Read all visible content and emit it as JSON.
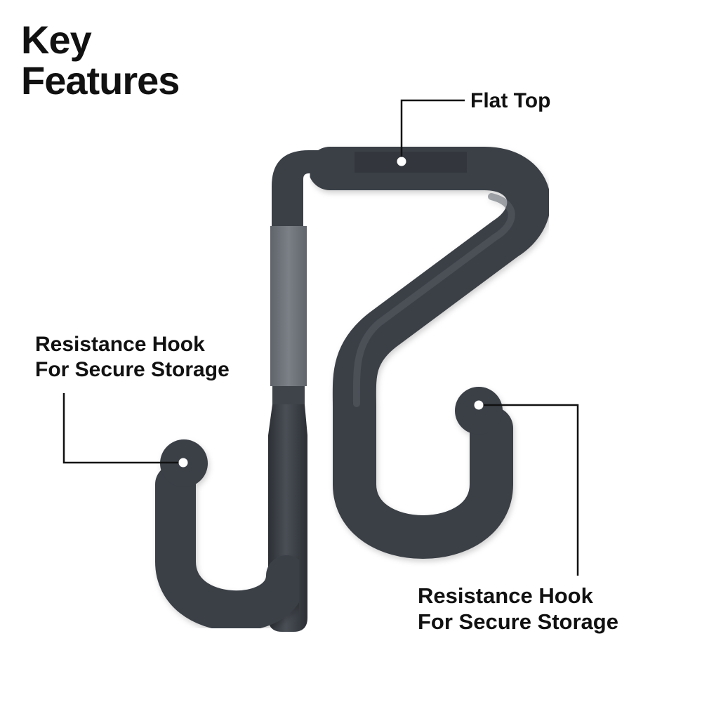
{
  "heading": {
    "line1": "Key",
    "line2": "Features"
  },
  "callouts": {
    "flat_top": {
      "label": "Flat Top"
    },
    "left_hook": {
      "line1": "Resistance Hook",
      "line2": "For Secure Storage"
    },
    "right_hook": {
      "line1": "Resistance Hook",
      "line2": "For Secure Storage"
    }
  },
  "colors": {
    "hook_body": "#3d4249",
    "hook_dark": "#2a2e33",
    "grip": "#6e737a",
    "text": "#111111",
    "leader_line": "#111111"
  }
}
